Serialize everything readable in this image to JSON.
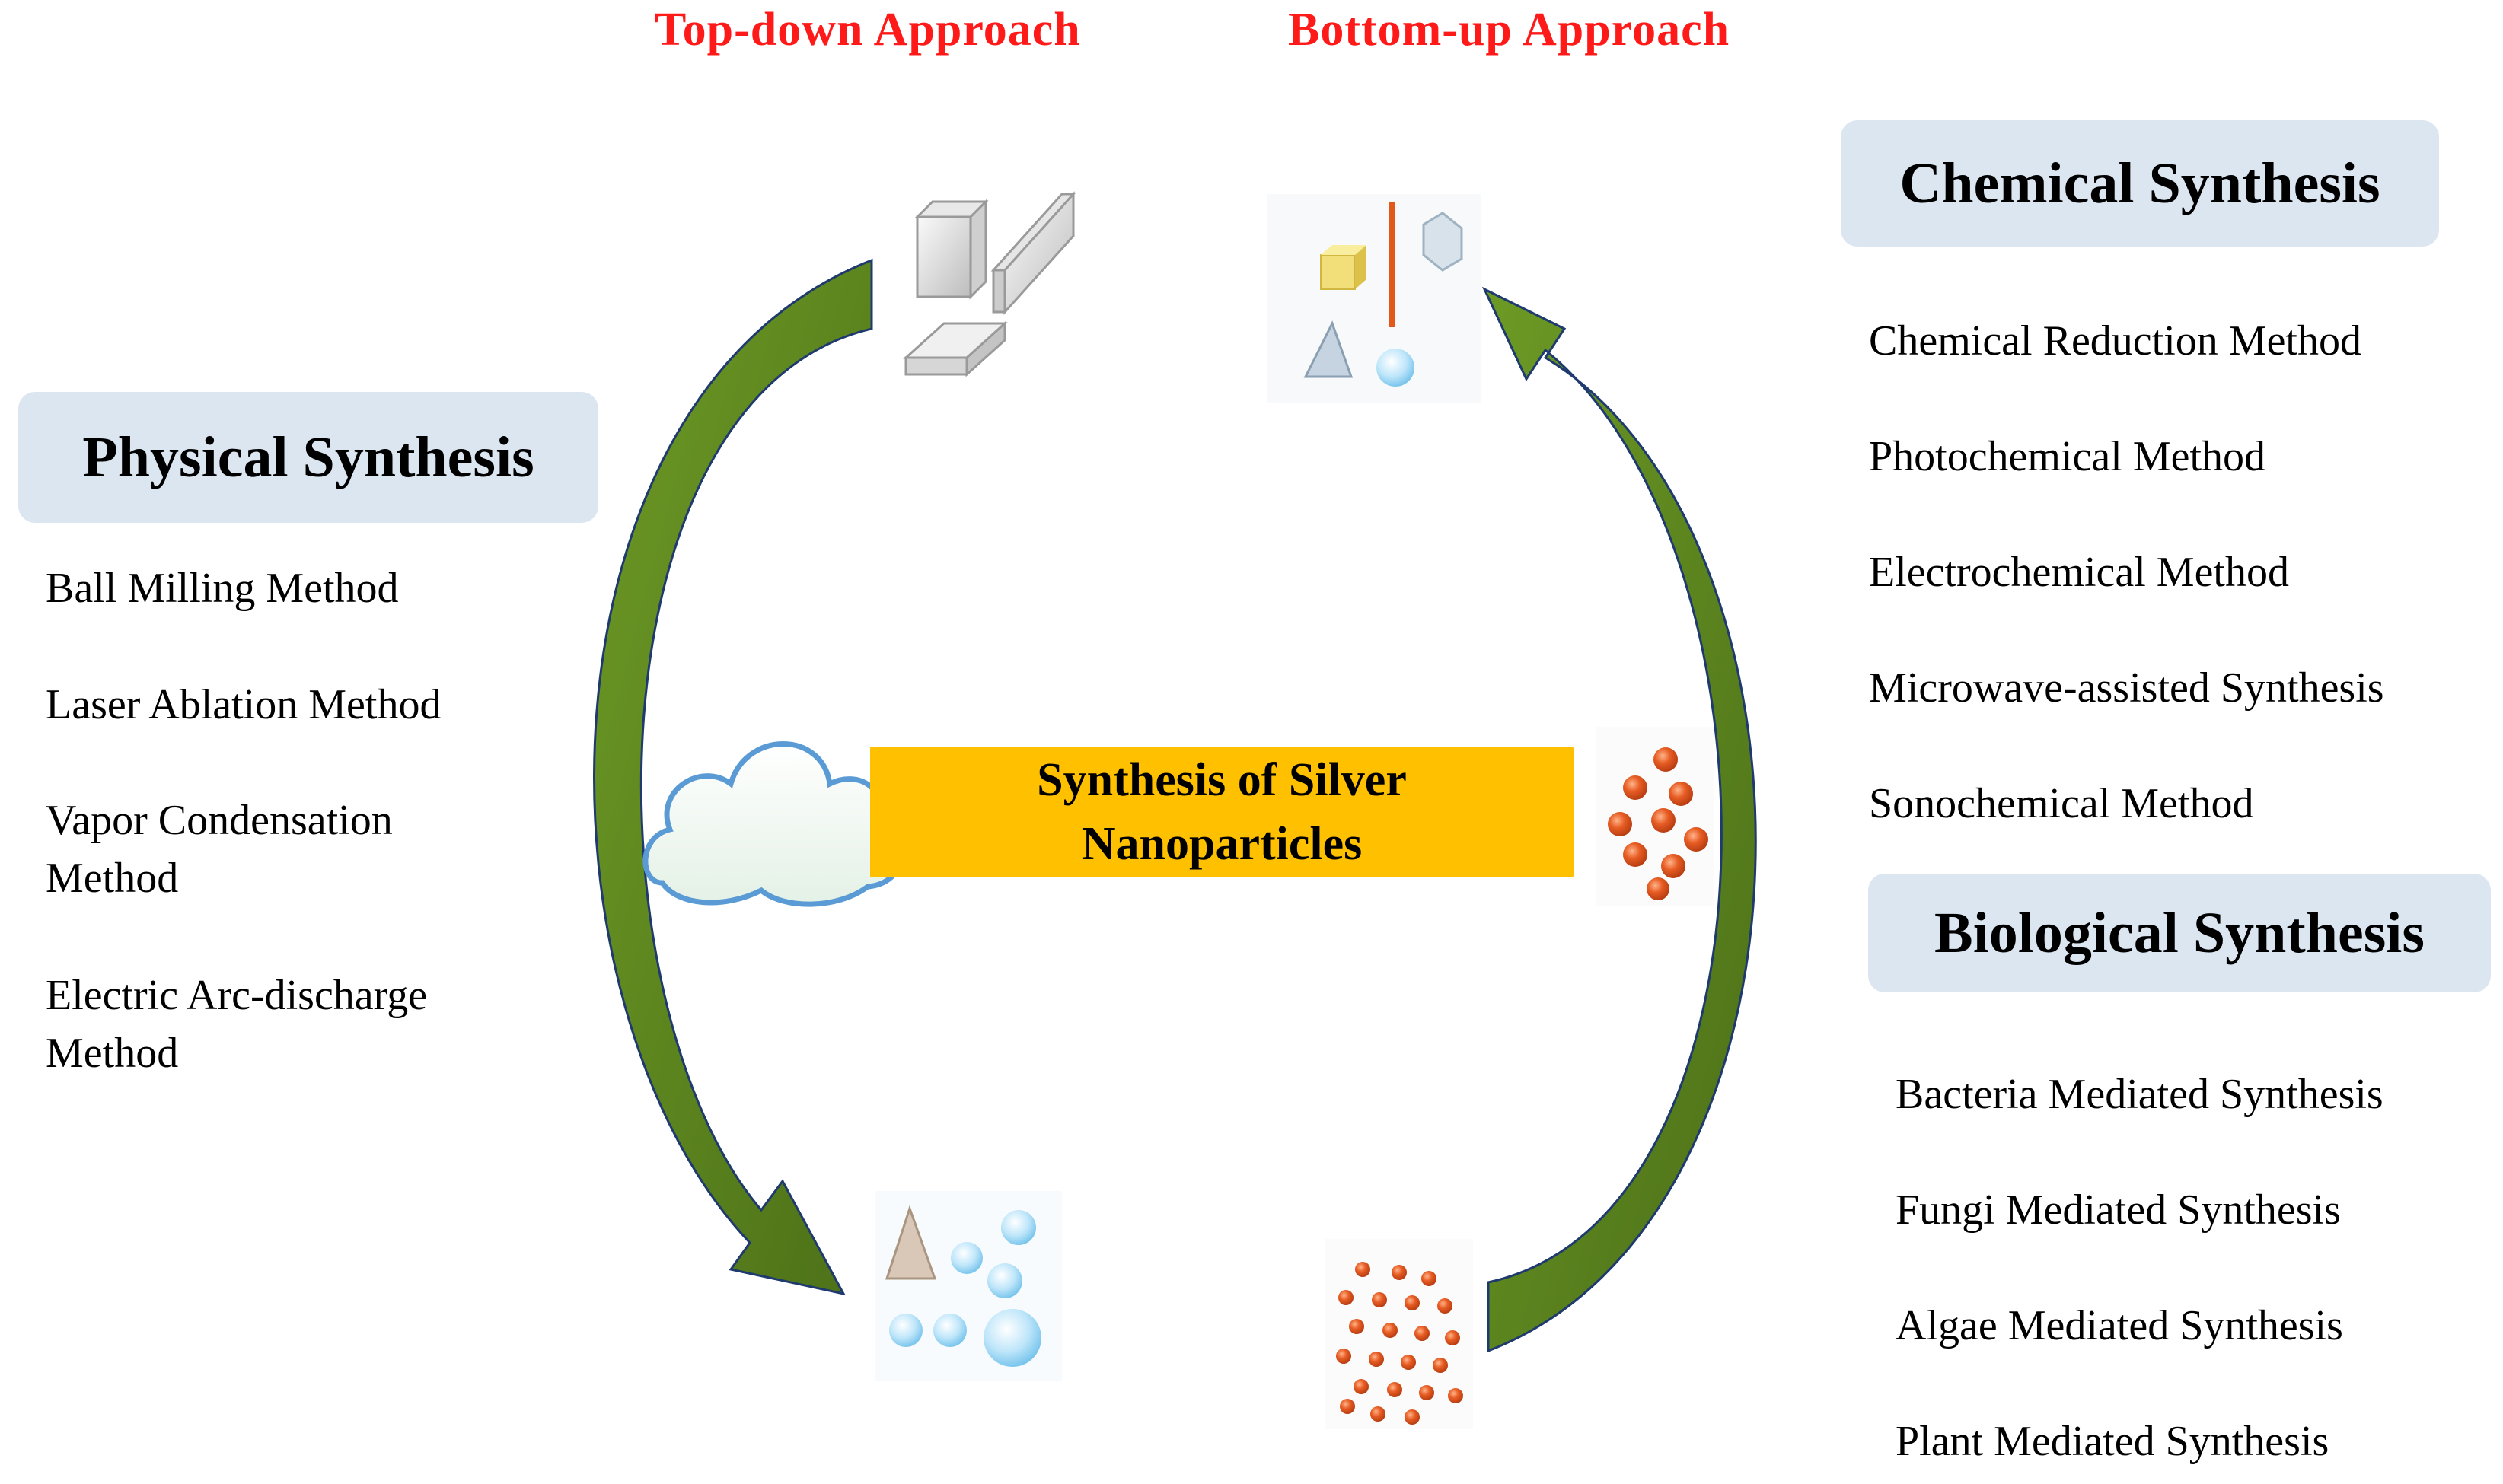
{
  "approaches": {
    "top_down": "Top-down  Approach",
    "bottom_up": "Bottom-up  Approach"
  },
  "center": {
    "line1": "Synthesis  of Silver",
    "line2": "Nanoparticles"
  },
  "physical": {
    "title": "Physical Synthesis",
    "methods": [
      [
        "Ball Milling Method"
      ],
      [
        "Laser Ablation Method"
      ],
      [
        "Vapor Condensation",
        "Method"
      ],
      [
        "Electric Arc-discharge",
        "Method"
      ]
    ]
  },
  "chemical": {
    "title": "Chemical Synthesis",
    "methods": [
      "Chemical Reduction Method",
      "Photochemical Method",
      "Electrochemical Method",
      "Microwave-assisted Synthesis",
      "Sonochemical Method"
    ]
  },
  "biological": {
    "title": "Biological Synthesis",
    "methods": [
      "Bacteria Mediated Synthesis",
      "Fungi  Mediated Synthesis",
      "Algae  Mediated Synthesis",
      "Plant Mediated Synthesis"
    ]
  },
  "colors": {
    "approach_text": "#ff1a1a",
    "header_fill": "#dce6f1",
    "center_fill": "#ffc000",
    "arrow_fill": "#5a7f1c",
    "arrow_stroke": "#1f3a6e",
    "particle_orange": "#e0521c",
    "particle_blue": "#9fd6f3"
  },
  "icons": [
    "bulk-blocks-icon",
    "small-shapes-icon",
    "cloud-icon",
    "orange-particles-icon",
    "blue-particles-icon",
    "dense-orange-particles-icon"
  ]
}
